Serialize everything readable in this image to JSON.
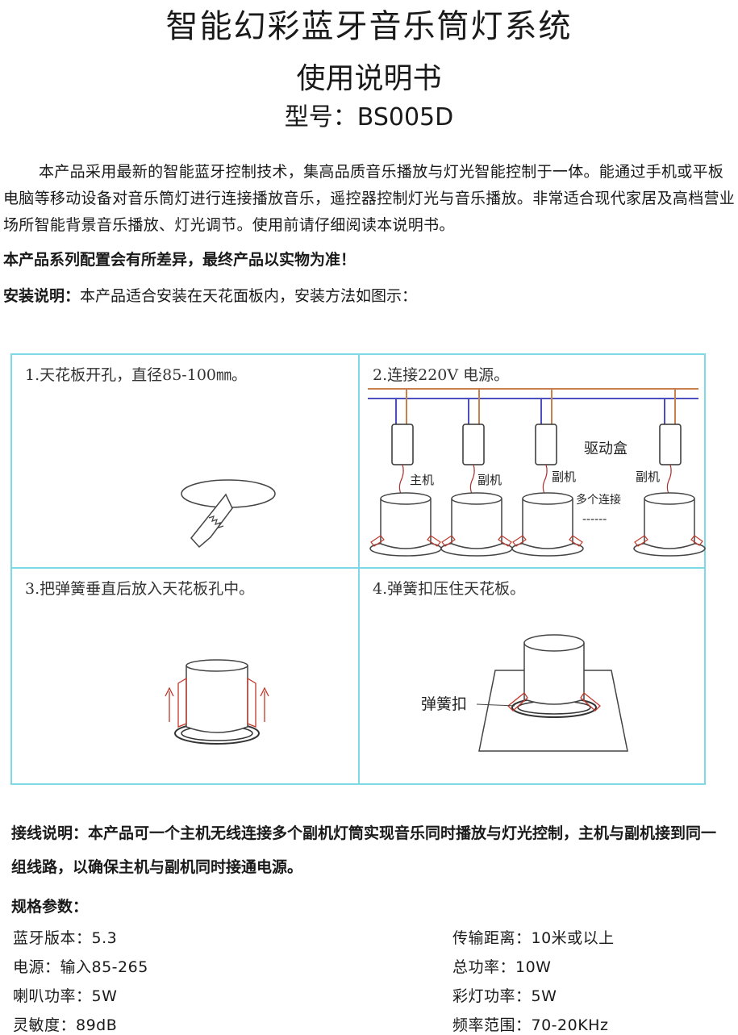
{
  "header": {
    "title": "智能幻彩蓝牙音乐筒灯系统",
    "subtitle": "使用说明书",
    "model": "型号：BS005D"
  },
  "intro": "本产品采用最新的智能蓝牙控制技术，集高品质音乐播放与灯光智能控制于一体。能通过手机或平板电脑等移动设备对音乐筒灯进行连接播放音乐，遥控器控制灯光与音乐播放。非常适合现代家居及高档营业场所智能背景音乐播放、灯光调节。使用前请仔细阅读本说明书。",
  "disclaimer": "本产品系列配置会有所差异，最终产品以实物为准！",
  "install": {
    "label": "安装说明：",
    "text": "本产品适合安装在天花面板内，安装方法如图示："
  },
  "diagram": {
    "step1": "1.天花板开孔，直径85-100㎜。",
    "step2": "2.连接220V 电源。",
    "step3": "3.把弹簧垂直后放入天花板孔中。",
    "step4": "4.弹簧扣压住天花板。",
    "driver_box": "驱动盒",
    "master": "主机",
    "slave": "副机",
    "multi": "多个连接",
    "dashes": "------",
    "spring_clip": "弹簧扣"
  },
  "wiring": {
    "label": "接线说明：",
    "text": "本产品可一个主机无线连接多个副机灯筒实现音乐同时播放与灯光控制，主机与副机接到同一组线路，以确保主机与副机同时接通电源。"
  },
  "specs": {
    "title": "规格参数：",
    "left": [
      "蓝牙版本：5.3",
      "电源：输入85-265",
      "喇叭功率：5W",
      "灵敏度：89dB"
    ],
    "right": [
      "传输距离：10米或以上",
      "总功率：10W",
      "彩灯功率：5W",
      "频率范围：70-20KHz"
    ]
  }
}
